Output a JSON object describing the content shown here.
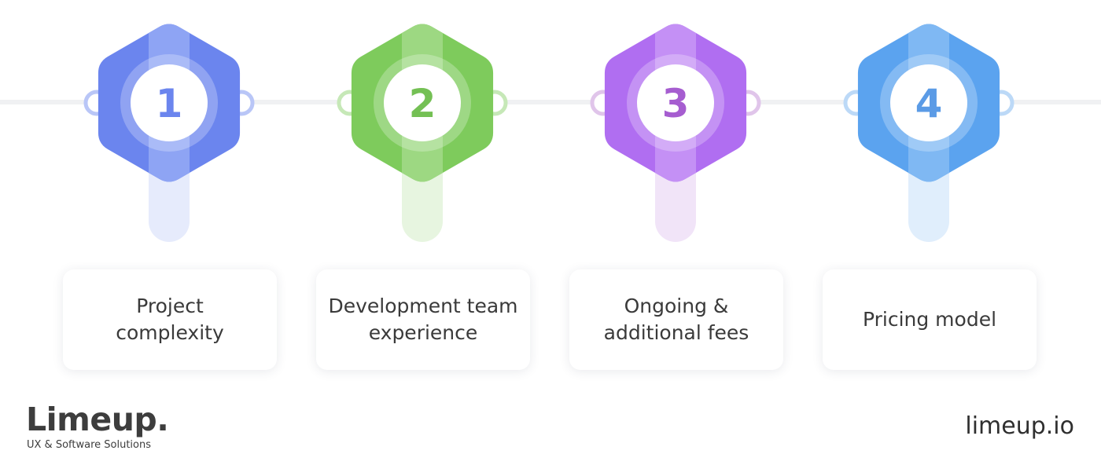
{
  "steps": [
    {
      "number": "1",
      "label": "Project\ncomplexity",
      "color": "#6b85ee",
      "color_light": "#8ea4f4",
      "stem": "#e6ebfc",
      "number_color": "#6b85ee",
      "ring": "#b9c6f7"
    },
    {
      "number": "2",
      "label": "Development team\nexperience",
      "color": "#7ecb5c",
      "color_light": "#9dd882",
      "stem": "#e7f5e0",
      "number_color": "#74c054",
      "ring": "#c6e8b7"
    },
    {
      "number": "3",
      "label": "Ongoing &\nadditional fees",
      "color": "#b06ef1",
      "color_light": "#c490f5",
      "stem": "#f1e4f8",
      "number_color": "#a65dd0",
      "ring": "#e0c5ea"
    },
    {
      "number": "4",
      "label": "Pricing model",
      "color": "#5ba3ef",
      "color_light": "#7fb8f3",
      "stem": "#e0eefc",
      "number_color": "#5b9be6",
      "ring": "#bcd9f7"
    }
  ],
  "brand": {
    "name": "Limeup.",
    "tagline": "UX & Software Solutions",
    "url": "limeup.io"
  }
}
